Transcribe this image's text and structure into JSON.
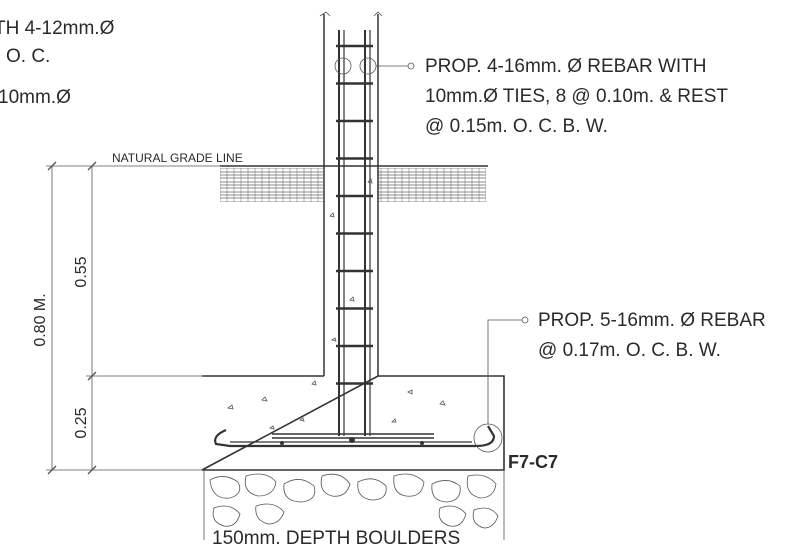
{
  "notes": {
    "top_left": [
      "TH 4-12mm.Ø",
      "O. C.",
      "10mm.Ø"
    ],
    "column_rebar": [
      "PROP. 4-16mm. Ø REBAR WITH",
      "10mm.Ø TIES, 8 @ 0.10m. & REST",
      "@ 0.15m. O. C. B. W."
    ],
    "footing_rebar": [
      "PROP. 5-16mm. Ø REBAR",
      "@ 0.17m. O. C. B. W."
    ]
  },
  "labels": {
    "natural_grade": "NATURAL GRADE LINE",
    "boulders": "150mm. DEPTH BOULDERS",
    "footing_tag": "F7-C7"
  },
  "dimensions": {
    "total": "0.80 M.",
    "upper": "0.55",
    "lower": "0.25"
  },
  "colors": {
    "ink": "#2a2a2a",
    "paper": "#ffffff"
  }
}
